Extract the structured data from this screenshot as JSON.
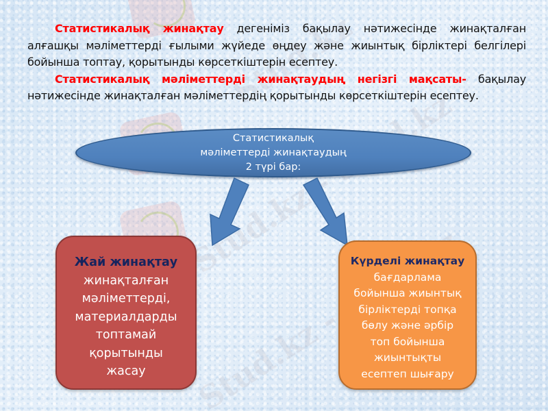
{
  "slide": {
    "background_color": "#dce9f6",
    "watermark_text": "Stud.kz",
    "watermark_text_2": "Stud.kz - Stud.kz"
  },
  "paragraphs": [
    {
      "term": "Статистикалық жинақтау",
      "text": " дегеніміз бақылау нәтижесінде жинақталған алғашқы мәліметтерді ғылыми жүйеде өңдеу және жиынтық бірліктері белгілері бойынша топтау, қорытынды көрсеткіштерін есептеу."
    },
    {
      "term": "Статистикалық мәліметтерді жинақтаудың негізгі мақсаты-",
      "text": " бақылау нәтижесінде жинақталған мәліметтердің қорытынды көрсеткіштерін есептеу."
    }
  ],
  "diagram": {
    "root": {
      "text": "Статистикалық мәліметтерді жинақтаудың 2 түрі бар:",
      "color": "#4f81bd"
    },
    "left_box": {
      "title": "Жай жинақтау",
      "lines": [
        "жинақталған",
        "мәліметтерді,",
        "материалдарды",
        "топтамай",
        "қорытынды",
        "жасау"
      ],
      "color": "#c0504d"
    },
    "right_box": {
      "title": "Күрделі жинақтау",
      "lines": [
        "бағдарлама",
        "бойынша жиынтық",
        "бірліктерді топқа",
        "бөлу және әрбір",
        "топ бойынша",
        "жиынтықты",
        "есептеп шығару"
      ],
      "color": "#f79646"
    },
    "arrow_color": "#4f81bd"
  },
  "icons": {
    "left_arrow": "arrow-down-left-icon",
    "right_arrow": "arrow-down-right-icon"
  }
}
